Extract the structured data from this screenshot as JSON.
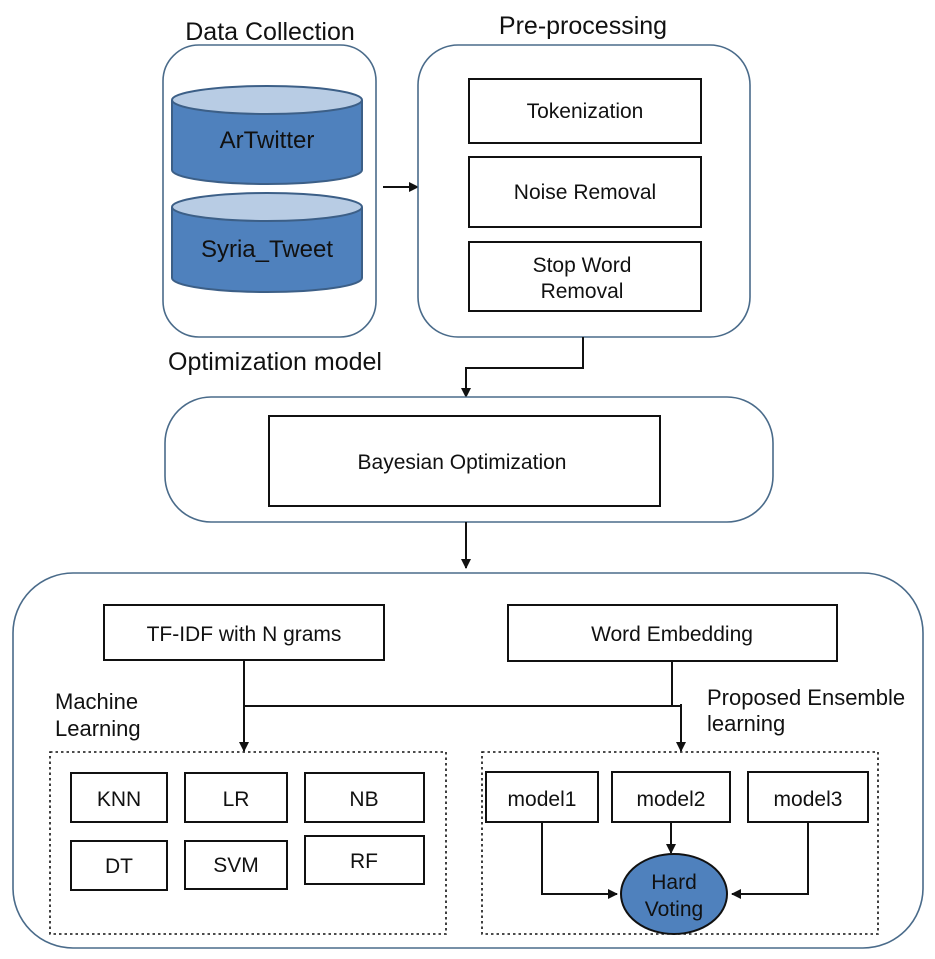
{
  "colors": {
    "cylinder_fill": "#4f81bd",
    "cylinder_top": "#b8cce4",
    "panel_border": "#4a6b8a",
    "ellipse_fill": "#4f81bd"
  },
  "data_collection": {
    "title": "Data Collection",
    "datasets": [
      "ArTwitter",
      "Syria_Tweet"
    ]
  },
  "preprocessing": {
    "title": "Pre-processing",
    "steps": {
      "tokenization": "Tokenization",
      "noise_removal": "Noise Removal",
      "stop_word_line1": "Stop Word",
      "stop_word_line2": "Removal"
    }
  },
  "optimization": {
    "title": "Optimization model",
    "method": "Bayesian Optimization"
  },
  "features": {
    "tfidf": "TF-IDF with N grams",
    "embedding": "Word Embedding"
  },
  "machine_learning": {
    "title_line1": "Machine",
    "title_line2": "Learning",
    "models": [
      "KNN",
      "LR",
      "NB",
      "DT",
      "SVM",
      "RF"
    ]
  },
  "ensemble": {
    "title_line1": "Proposed Ensemble",
    "title_line2": "learning",
    "models": [
      "model1",
      "model2",
      "model3"
    ],
    "voting_line1": "Hard",
    "voting_line2": "Voting"
  }
}
